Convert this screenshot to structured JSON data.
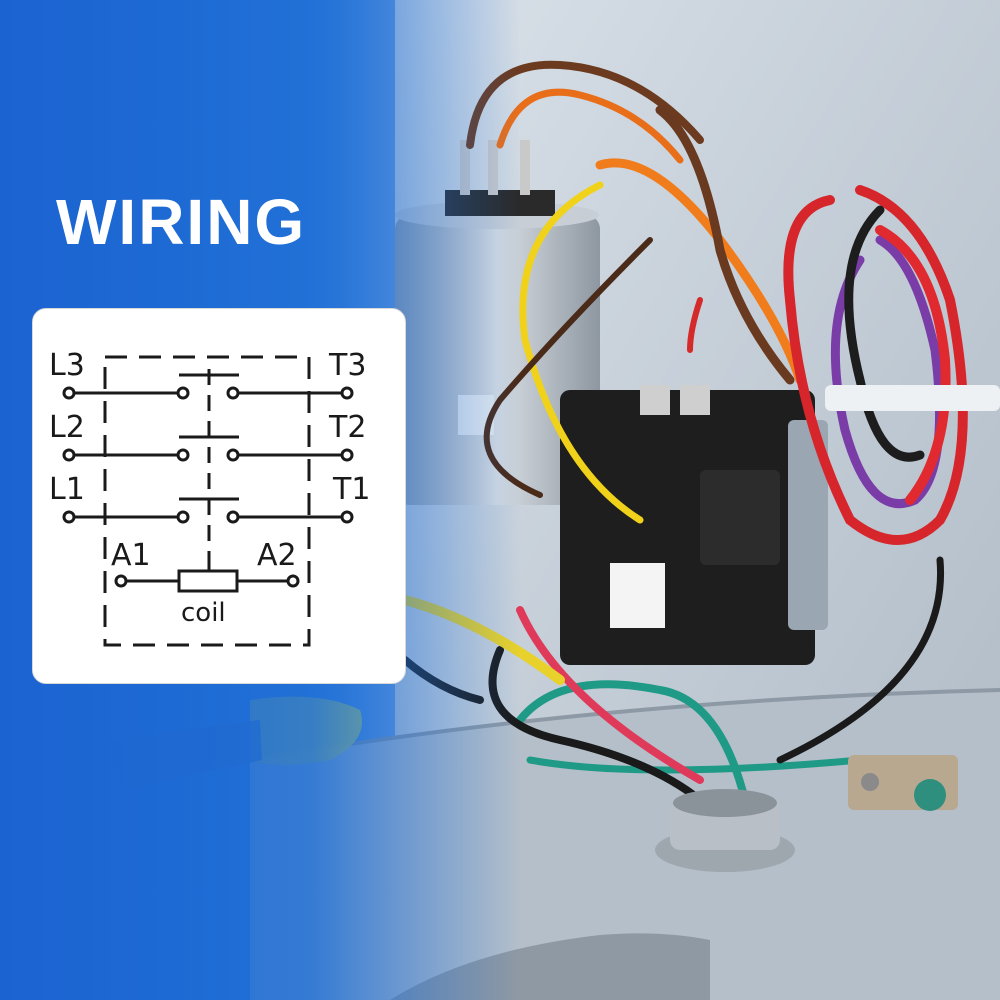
{
  "title": "WIRING",
  "diagram": {
    "left_terminals": [
      "L3",
      "L2",
      "L1"
    ],
    "right_terminals": [
      "T3",
      "T2",
      "T1"
    ],
    "coil_terminals": [
      "A1",
      "A2"
    ],
    "coil_label": "coil"
  },
  "colors": {
    "background_blue": "#1f6fd6",
    "title_text": "#ffffff",
    "diagram_card": "#ffffff",
    "diagram_lines": "#1a1a1a"
  }
}
